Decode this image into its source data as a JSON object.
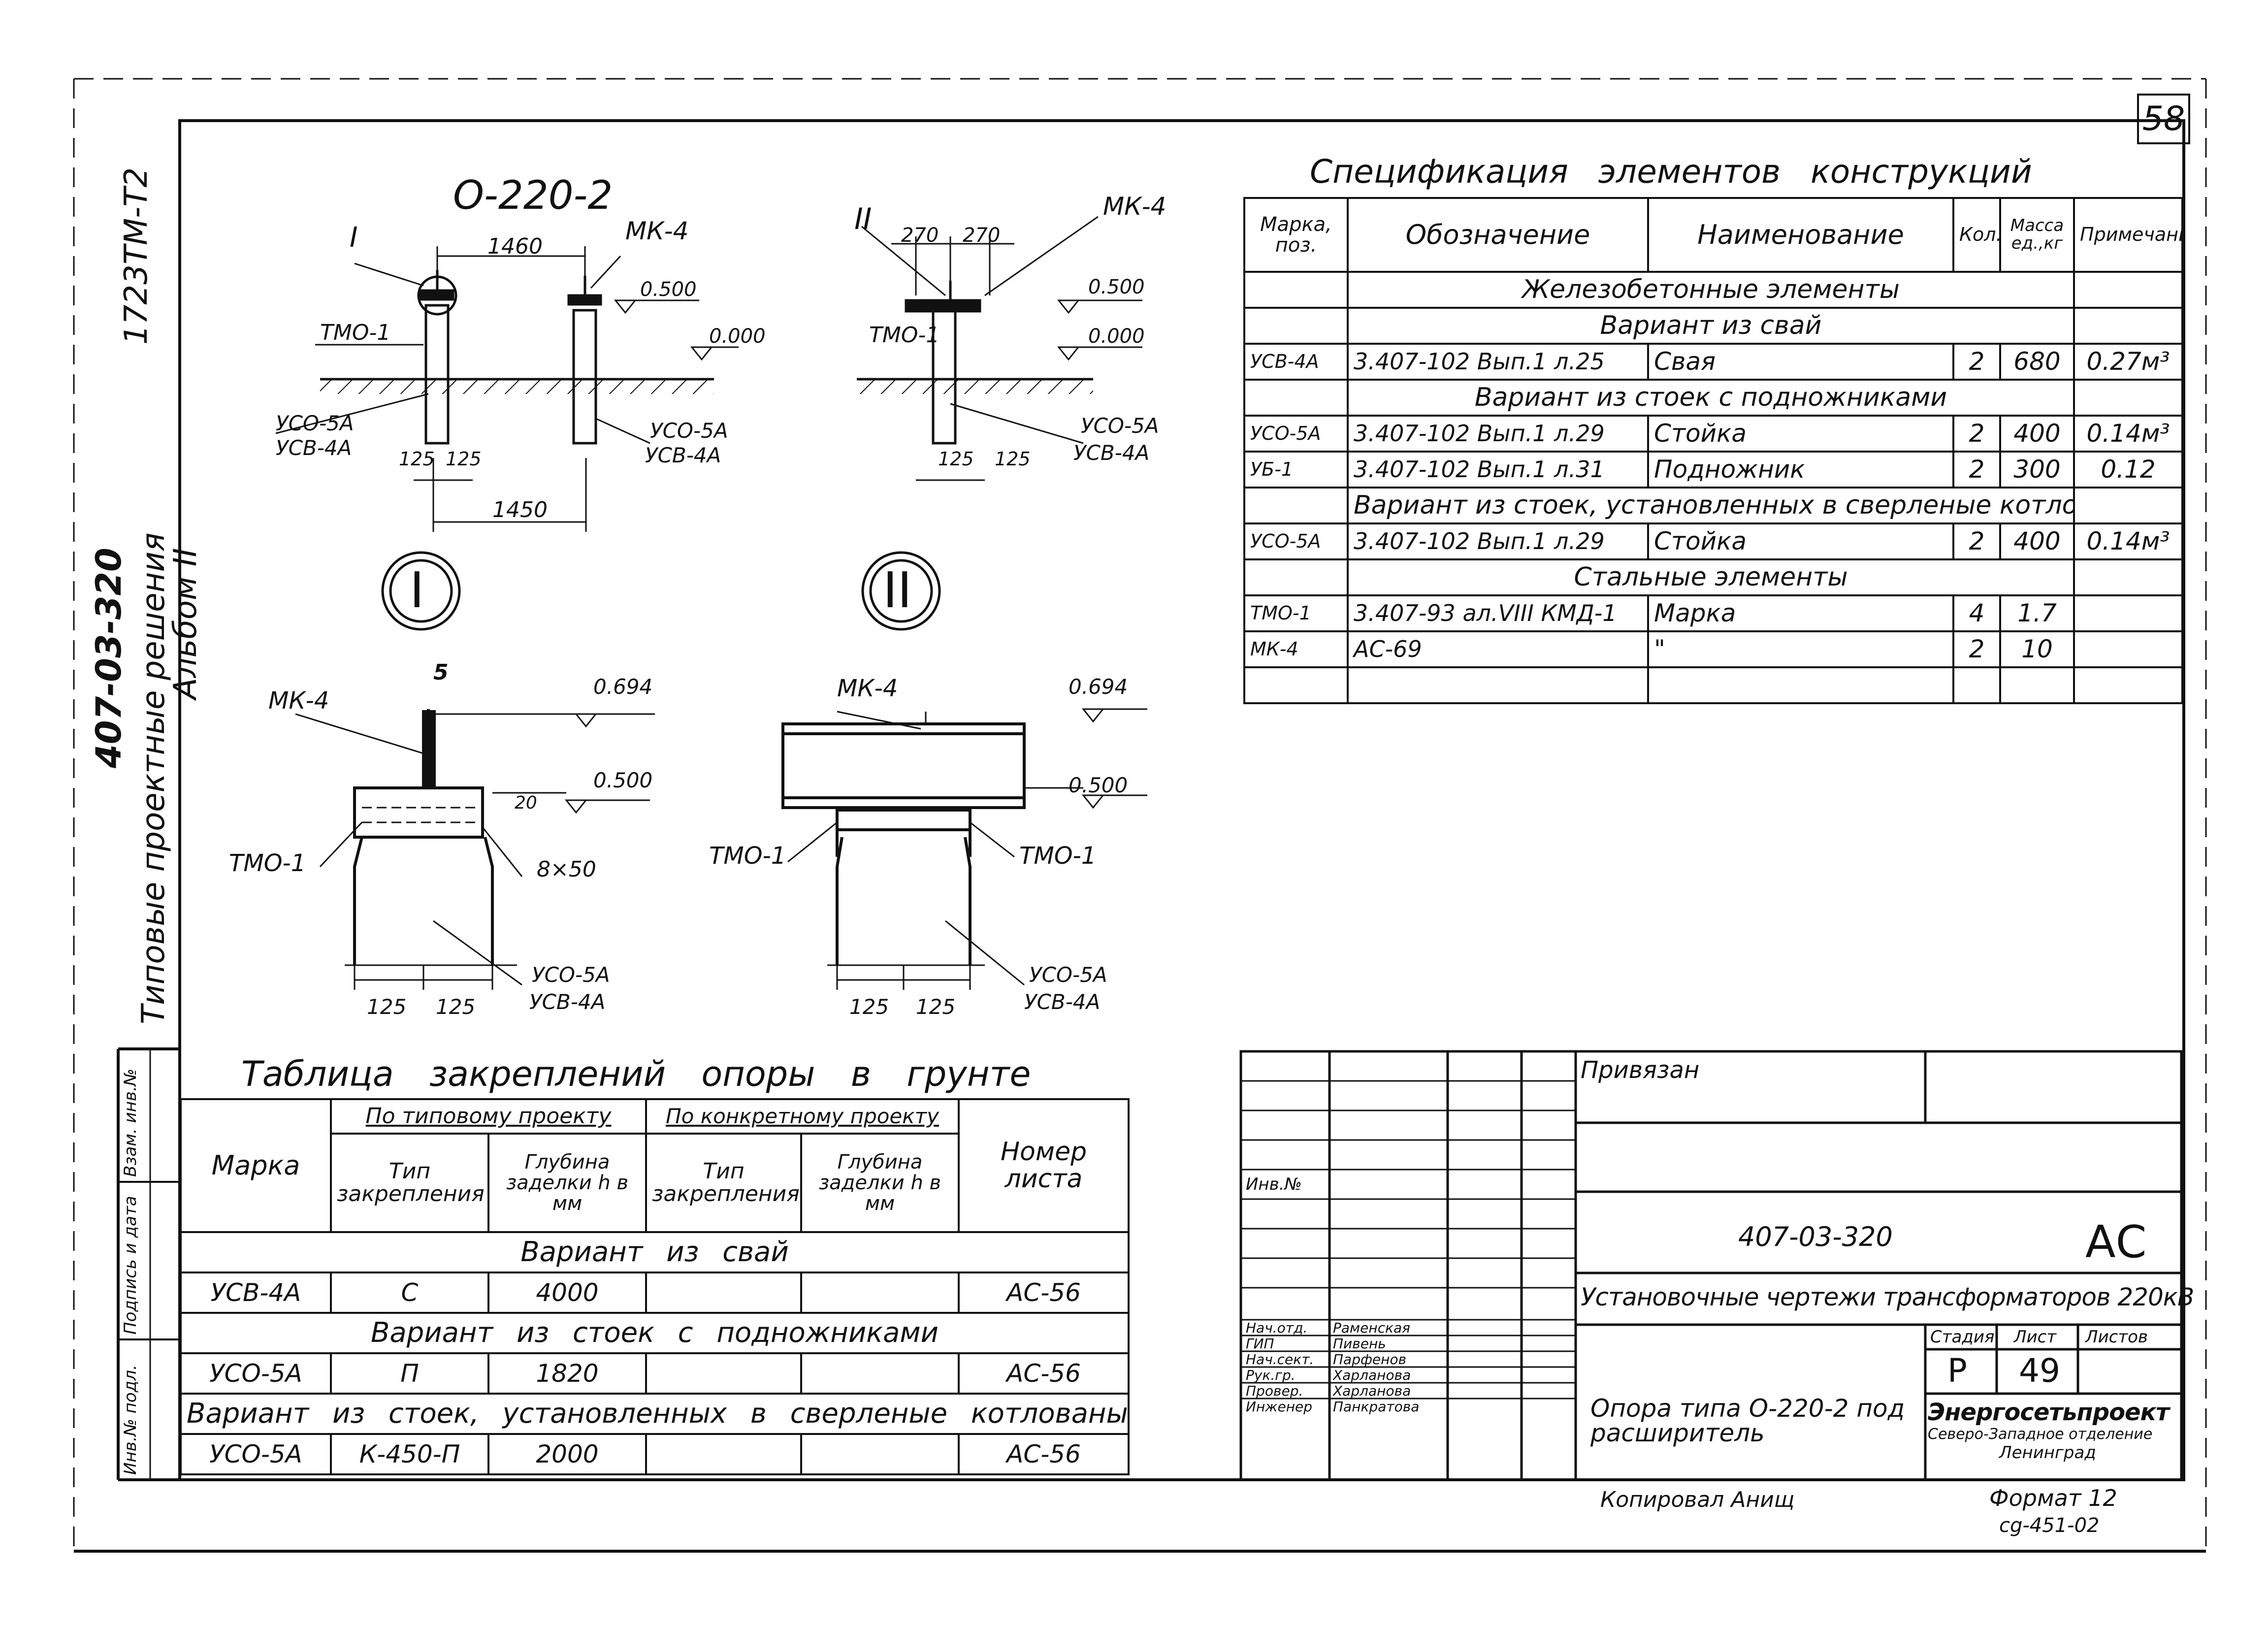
{
  "sheet": {
    "page_number": "58",
    "side_text_1": "1723ТМ-Т2",
    "side_text_2": "407-03-320",
    "side_text_3": "Альбом II",
    "side_text_4": "Типовые проектные решения"
  },
  "drawing": {
    "title": "О-220-2",
    "mark_I": "I",
    "mark_II": "II",
    "section_I": "I",
    "section_II": "II",
    "labels": {
      "mk4": "МК-4",
      "tmo1": "ТМО-1",
      "usv4a": "УСВ-4А",
      "uso5a": "УСО-5А",
      "d1460": "1460",
      "d1450": "1450",
      "d270": "270",
      "d125": "125",
      "l0500": "0.500",
      "l0000": "0.000",
      "l0694": "0.694",
      "b850": "8×50",
      "n5": "5",
      "n20": "20"
    }
  },
  "spec": {
    "title": "Спецификация элементов конструкций",
    "headers": [
      "Марка, поз.",
      "Обозначение",
      "Наименование",
      "Кол.",
      "Масса ед.,кг",
      "Примечание"
    ],
    "rows": [
      {
        "section": "Железобетонные элементы"
      },
      {
        "section": "Вариант из свай"
      },
      {
        "cells": [
          "УСВ-4А",
          "3.407-102 Вып.1 л.25",
          "Свая",
          "2",
          "680",
          "0.27м³"
        ]
      },
      {
        "section": "Вариант из стоек с подножниками"
      },
      {
        "cells": [
          "УСО-5А",
          "3.407-102 Вып.1 л.29",
          "Стойка",
          "2",
          "400",
          "0.14м³"
        ]
      },
      {
        "cells": [
          "УБ-1",
          "3.407-102 Вып.1 л.31",
          "Подножник",
          "2",
          "300",
          "0.12"
        ]
      },
      {
        "section": "Вариант из стоек, установленных в сверленые котлованы"
      },
      {
        "cells": [
          "УСО-5А",
          "3.407-102 Вып.1 л.29",
          "Стойка",
          "2",
          "400",
          "0.14м³"
        ]
      },
      {
        "section": "Стальные элементы"
      },
      {
        "cells": [
          "ТМО-1",
          "3.407-93 ал.VIII КМД-1",
          "Марка",
          "4",
          "1.7",
          ""
        ]
      },
      {
        "cells": [
          "МК-4",
          "АС-69",
          "\"",
          "2",
          "10",
          ""
        ]
      },
      {
        "cells": [
          "",
          "",
          "",
          "",
          "",
          ""
        ]
      }
    ]
  },
  "anchor": {
    "title": "Таблица закреплений опоры в грунте",
    "h_marka": "Марка",
    "h_typical": "По типовому проекту",
    "h_concrete": "По конкретному проекту",
    "h_type": "Тип закрепления",
    "h_depth": "Глубина заделки h в мм",
    "h_sheet": "Номер листа",
    "rows": [
      {
        "section": "Вариант из свай"
      },
      {
        "cells": [
          "УСВ-4А",
          "С",
          "4000",
          "",
          "",
          "АС-56"
        ]
      },
      {
        "section": "Вариант из стоек с подножниками"
      },
      {
        "cells": [
          "УСО-5А",
          "П",
          "1820",
          "",
          "",
          "АС-56"
        ]
      },
      {
        "section": "Вариант из стоек, установленных в сверленые котлованы"
      },
      {
        "cells": [
          "УСО-5А",
          "К-450-П",
          "2000",
          "",
          "",
          "АС-56"
        ]
      }
    ]
  },
  "left_strip": [
    "Взам. инв.№",
    "Подпись и дата",
    "Инв.№ подл."
  ],
  "stamp": {
    "privyazan": "Привязан",
    "inv": "Инв.№",
    "code": "407-03-320",
    "ac": "АС",
    "subject": "Установочные чертежи трансформаторов 220кВ",
    "stage_h": "Стадия",
    "sheet_h": "Лист",
    "sheets_h": "Листов",
    "stage": "Р",
    "sheet": "49",
    "name": "Опора типа О-220-2 под расширитель",
    "org1": "Энергосетьпроект",
    "org2": "Северо-Западное отделение",
    "org3": "Ленинград",
    "people": [
      [
        "Нач.отд.",
        "Раменская"
      ],
      [
        "ГИП",
        "Пивень"
      ],
      [
        "Нач.сект.",
        "Парфенов"
      ],
      [
        "Рук.гр.",
        "Харланова"
      ],
      [
        "Провер.",
        "Харланова"
      ],
      [
        "Инженер",
        "Панкратова"
      ]
    ],
    "copied": "Копировал Анищ",
    "format": "Формат 12",
    "code2": "cg-451-02"
  }
}
